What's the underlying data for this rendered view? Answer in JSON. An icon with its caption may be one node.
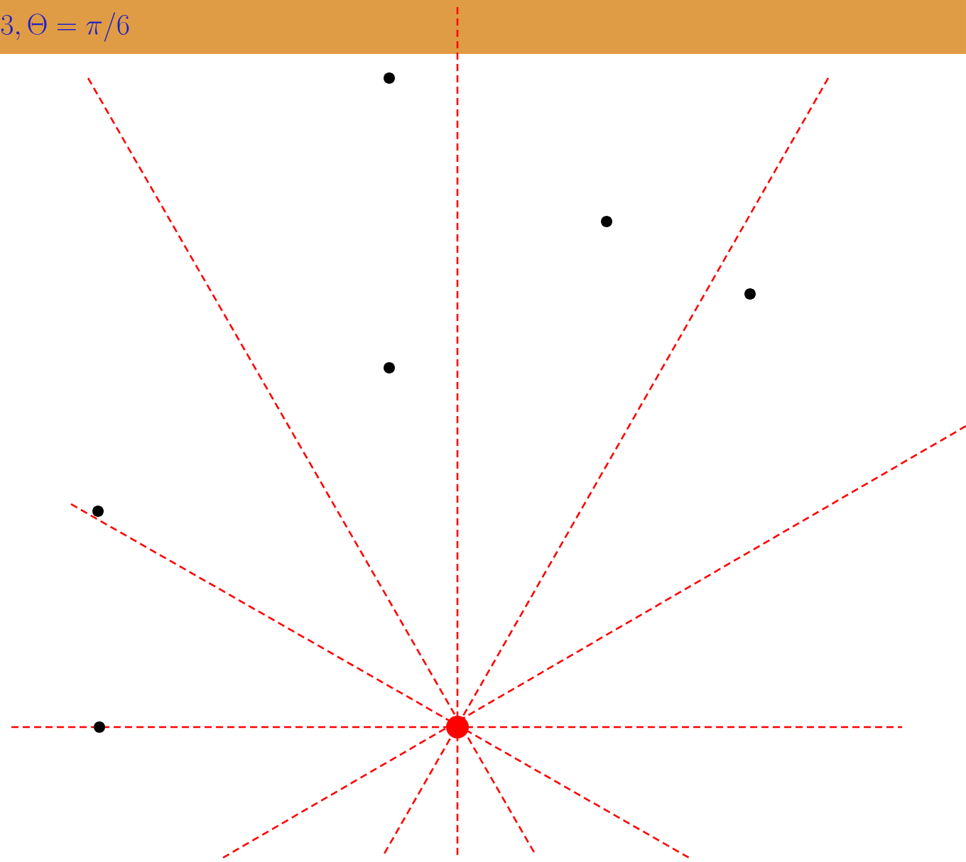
{
  "diagram": {
    "title": "3, \\Theta = \\pi/6",
    "nodes": [
      {
        "text": [],
        "shape": "circle"
      },
      {
        "text": [],
        "shape": "circle"
      },
      {
        "text": [],
        "shape": "circle"
      },
      {
        "text": [],
        "shape": "circle"
      },
      {
        "text": [],
        "shape": "circle"
      },
      {
        "text": [],
        "shape": "circle"
      },
      {
        "text": [],
        "shape": "circle"
      }
    ]
  }
}
